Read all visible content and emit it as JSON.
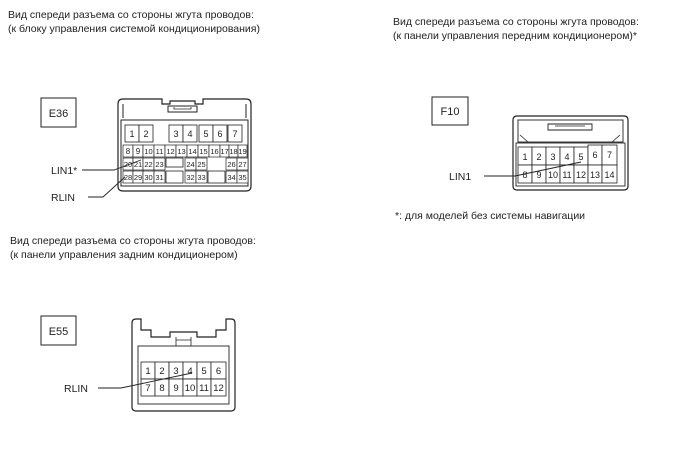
{
  "e36": {
    "caption_line1": "Вид спереди разъема со стороны жгута проводов:",
    "caption_line2": "(к блоку управления системой кондиционирования)",
    "code": "E36",
    "label_lin1": "LIN1*",
    "label_rlin": "RLIN",
    "pins_row1": [
      "1",
      "2",
      "3",
      "4",
      "5",
      "6",
      "7"
    ],
    "pins_row2": [
      "8",
      "9",
      "10",
      "11",
      "12",
      "13",
      "14",
      "15",
      "16",
      "17",
      "18",
      "19"
    ],
    "pins_row3": [
      "20",
      "21",
      "22",
      "23",
      "24",
      "25",
      "26",
      "27"
    ],
    "pins_row4": [
      "28",
      "29",
      "30",
      "31",
      "32",
      "33",
      "34",
      "35"
    ]
  },
  "f10": {
    "caption_line1": "Вид спереди разъема со стороны жгута проводов:",
    "caption_line2": "(к панели управления передним кондиционером)*",
    "code": "F10",
    "label_lin1": "LIN1",
    "pins_row1": [
      "1",
      "2",
      "3",
      "4",
      "5",
      "6",
      "7"
    ],
    "pins_row2": [
      "8",
      "9",
      "10",
      "11",
      "12",
      "13",
      "14"
    ]
  },
  "note": "*: для моделей без системы навигации",
  "e55": {
    "caption_line1": "Вид спереди разъема со стороны жгута проводов:",
    "caption_line2": "(к панели управления задним кондиционером)",
    "code": "E55",
    "label_rlin": "RLIN",
    "pins_row1": [
      "1",
      "2",
      "3",
      "4",
      "5",
      "6"
    ],
    "pins_row2": [
      "7",
      "8",
      "9",
      "10",
      "11",
      "12"
    ]
  }
}
